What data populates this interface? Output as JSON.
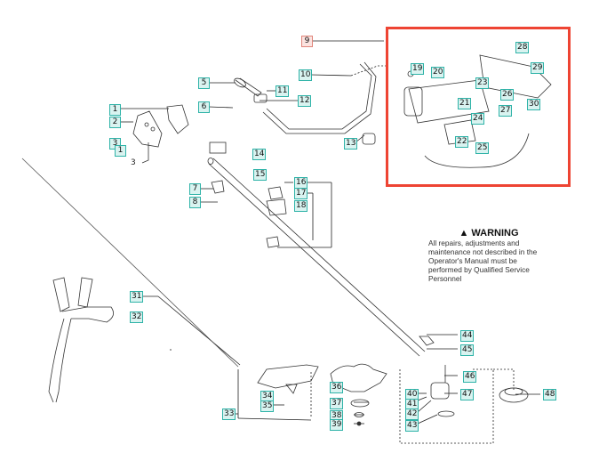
{
  "diagram": {
    "highlight_color": "#ee4433",
    "callout_color": "#2fb3a8",
    "callouts": [
      {
        "id": "c1a",
        "label": "1",
        "style": "boxed"
      },
      {
        "id": "c2",
        "label": "2",
        "style": "boxed"
      },
      {
        "id": "c3a",
        "label": "3",
        "style": "boxed"
      },
      {
        "id": "c1b",
        "label": "1",
        "style": "boxed"
      },
      {
        "id": "c3b",
        "label": "3",
        "style": "plain"
      },
      {
        "id": "c5",
        "label": "5",
        "style": "boxed"
      },
      {
        "id": "c6",
        "label": "6",
        "style": "boxed"
      },
      {
        "id": "c7",
        "label": "7",
        "style": "boxed"
      },
      {
        "id": "c8",
        "label": "8",
        "style": "boxed"
      },
      {
        "id": "c9",
        "label": "9",
        "style": "highlighted"
      },
      {
        "id": "c10",
        "label": "10",
        "style": "boxed"
      },
      {
        "id": "c11",
        "label": "11",
        "style": "boxed"
      },
      {
        "id": "c12",
        "label": "12",
        "style": "boxed"
      },
      {
        "id": "c13",
        "label": "13",
        "style": "boxed"
      },
      {
        "id": "c14",
        "label": "14",
        "style": "boxed"
      },
      {
        "id": "c15",
        "label": "15",
        "style": "boxed"
      },
      {
        "id": "c16",
        "label": "16",
        "style": "boxed"
      },
      {
        "id": "c17",
        "label": "17",
        "style": "boxed"
      },
      {
        "id": "c18",
        "label": "18",
        "style": "boxed"
      },
      {
        "id": "c19",
        "label": "19",
        "style": "boxed"
      },
      {
        "id": "c20",
        "label": "20",
        "style": "boxed"
      },
      {
        "id": "c21",
        "label": "21",
        "style": "boxed"
      },
      {
        "id": "c22",
        "label": "22",
        "style": "boxed"
      },
      {
        "id": "c23",
        "label": "23",
        "style": "boxed"
      },
      {
        "id": "c24",
        "label": "24",
        "style": "boxed"
      },
      {
        "id": "c25",
        "label": "25",
        "style": "boxed"
      },
      {
        "id": "c26",
        "label": "26",
        "style": "boxed"
      },
      {
        "id": "c27",
        "label": "27",
        "style": "boxed"
      },
      {
        "id": "c28",
        "label": "28",
        "style": "boxed"
      },
      {
        "id": "c29",
        "label": "29",
        "style": "boxed"
      },
      {
        "id": "c30",
        "label": "30",
        "style": "boxed"
      },
      {
        "id": "c31",
        "label": "31",
        "style": "boxed"
      },
      {
        "id": "c32",
        "label": "32",
        "style": "boxed"
      },
      {
        "id": "c33",
        "label": "33",
        "style": "boxed"
      },
      {
        "id": "c34",
        "label": "34",
        "style": "boxed"
      },
      {
        "id": "c35",
        "label": "35",
        "style": "boxed"
      },
      {
        "id": "c36",
        "label": "36",
        "style": "boxed"
      },
      {
        "id": "c37",
        "label": "37",
        "style": "boxed"
      },
      {
        "id": "c38",
        "label": "38",
        "style": "boxed"
      },
      {
        "id": "c39",
        "label": "39",
        "style": "boxed"
      },
      {
        "id": "c40",
        "label": "40",
        "style": "boxed"
      },
      {
        "id": "c41",
        "label": "41",
        "style": "boxed"
      },
      {
        "id": "c42",
        "label": "42",
        "style": "boxed"
      },
      {
        "id": "c43",
        "label": "43",
        "style": "boxed"
      },
      {
        "id": "c44",
        "label": "44",
        "style": "boxed"
      },
      {
        "id": "c45",
        "label": "45",
        "style": "boxed"
      },
      {
        "id": "c46",
        "label": "46",
        "style": "boxed"
      },
      {
        "id": "c47",
        "label": "47",
        "style": "boxed"
      },
      {
        "id": "c48",
        "label": "48",
        "style": "boxed"
      }
    ],
    "warning": {
      "icon": "warning-triangle-icon",
      "title": "WARNING",
      "text": "All repairs, adjustments and maintenance not described in the Operator's Manual must be performed by Qualified Service Personnel"
    }
  }
}
